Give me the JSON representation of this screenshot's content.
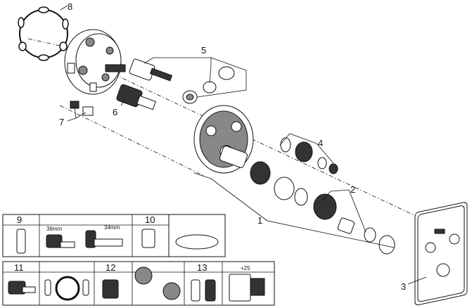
{
  "callouts": {
    "c1": "1",
    "c2": "2",
    "c3": "3",
    "c4": "4",
    "c5": "5",
    "c6": "6",
    "c7": "7",
    "c8": "8"
  },
  "legend": {
    "p9": "9",
    "p10": "10",
    "p11": "11",
    "p12": "12",
    "p13": "13",
    "size_a": "36mm",
    "size_b": "34mm",
    "offset": "+25"
  }
}
